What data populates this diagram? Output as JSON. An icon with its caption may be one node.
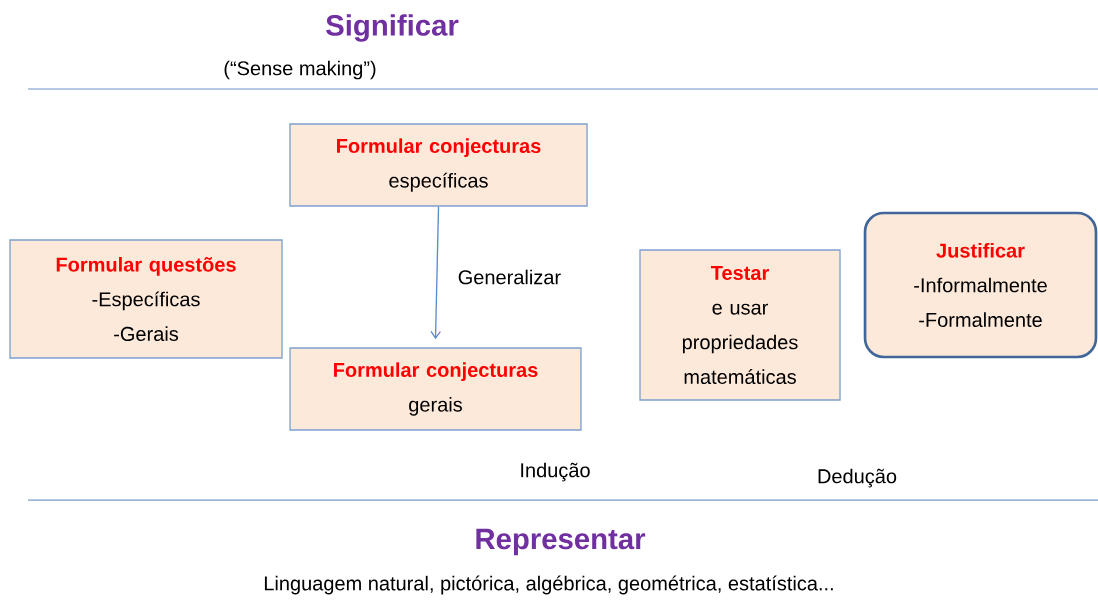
{
  "diagram": {
    "title": "Significar",
    "nodes": [
      {
        "text": [
          "Formular conjecturas",
          "específicas"
        ]
      },
      {
        "text": [
          "Formular questões",
          "-Específicas",
          "-Gerais"
        ]
      },
      {
        "text": [
          "Formular conjecturas",
          "gerais"
        ]
      },
      {
        "text": [
          "Testar",
          "e usar propriedades matemáticas"
        ]
      },
      {
        "text": [
          "Justificar",
          "-Informalmente",
          "-Formalmente"
        ]
      }
    ],
    "edges": [
      {
        "from": 0,
        "to": 2,
        "arrow": "to",
        "label": "Generalizar"
      }
    ],
    "labels": [
      "(“Sense making”)",
      "Indução",
      "Dedução",
      "Representar",
      "Linguagem natural, pictórica, algébrica, geométrica, estatística..."
    ]
  }
}
